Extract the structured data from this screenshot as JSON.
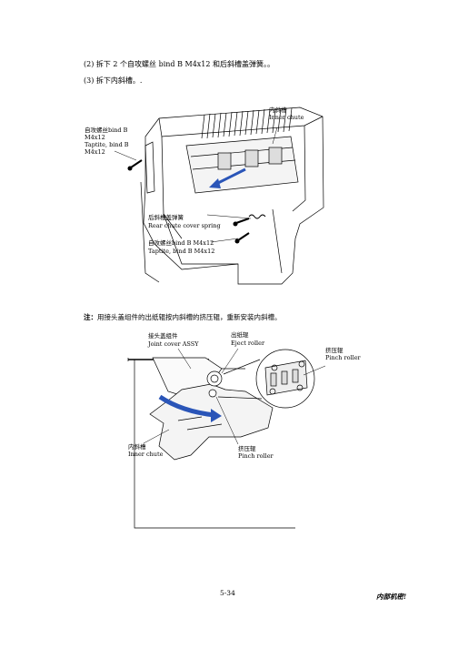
{
  "steps": [
    "(2)  拆下 2 个自攻螺丝 bind B M4x12 和后斜槽盖弹簧。。",
    "(3)  拆下内斜槽。."
  ],
  "figure1": {
    "inner_chute_cn": "内斜槽",
    "inner_chute_en": "Inner chute",
    "screw_left": [
      "自攻螺丝bind B",
      "M4x12",
      "Taptite, bind B",
      "M4x12"
    ],
    "spring_cn": "后斜槽盖弹簧",
    "spring_en": "Rear chute cover spring",
    "screw_bottom_cn": "自攻螺丝bind B M4x12",
    "screw_bottom_en": "Taptite, bind B M4x12"
  },
  "note": {
    "prefix": "注：",
    "text": "用接头盖组件的出纸辊按内斜槽的挤压辊，重新安装内斜槽。"
  },
  "figure2": {
    "joint_cover_cn": "接头盖组件",
    "joint_cover_en": "Joint cover ASSY",
    "eject_roller_cn": "出纸辊",
    "eject_roller_en": "Eject roller",
    "pinch_roller_right_cn": "挤压辊",
    "pinch_roller_right_en": "Pinch roller",
    "inner_chute_cn": "内斜槽",
    "inner_chute_en": "Inner chute",
    "pinch_roller_bottom_cn": "挤压辊",
    "pinch_roller_bottom_en": "Pinch roller"
  },
  "footer": {
    "page_number": "5-34",
    "confidential": "内部机密!"
  },
  "colors": {
    "arrow_blue": "#2a55b8",
    "line": "#000000"
  }
}
